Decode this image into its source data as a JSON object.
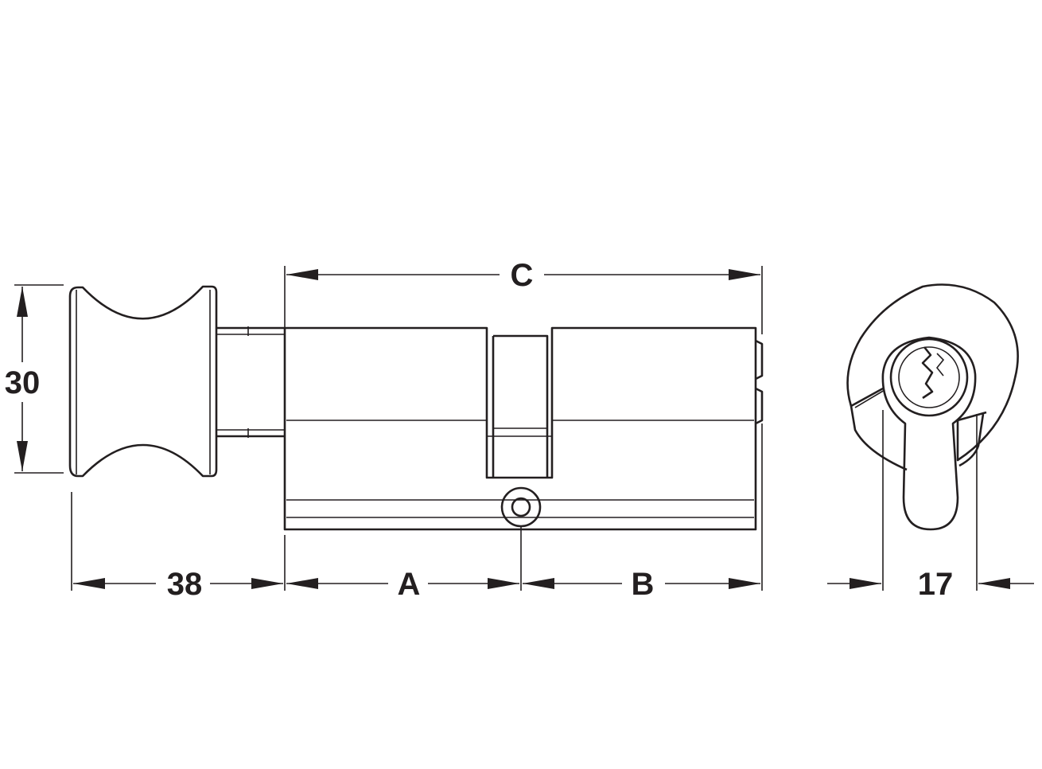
{
  "labels": {
    "height": "30",
    "knob_length": "38",
    "side_a": "A",
    "side_b": "B",
    "overall": "C",
    "cam_width": "17"
  },
  "colors": {
    "line": "#231f20",
    "background": "#ffffff"
  }
}
